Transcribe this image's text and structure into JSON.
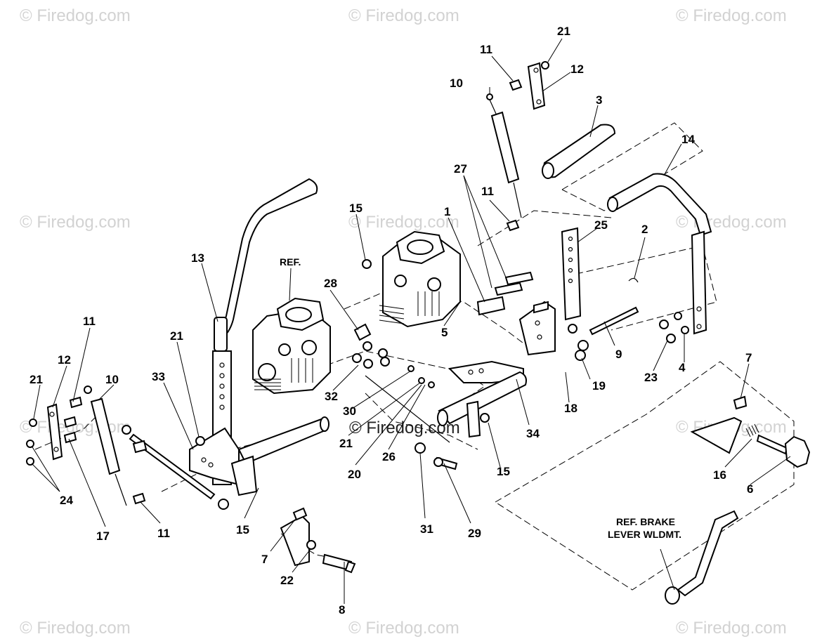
{
  "watermarks": [
    "© Firedog.com",
    "© Firedog.com",
    "© Firedog.com",
    "© Firedog.com",
    "© Firedog.com",
    "© Firedog.com",
    "© Firedog.com",
    "© Firedog.com",
    "© Firedog.com",
    "© Firedog.com",
    "© Firedog.com",
    "© Firedog.com"
  ],
  "center_watermark": "© Firedog.com",
  "ref_labels": {
    "pump_ref": "REF.",
    "brake_line1": "REF. BRAKE",
    "brake_line2": "LEVER WLDMT."
  },
  "callouts": [
    "21",
    "12",
    "11",
    "10",
    "3",
    "14",
    "27",
    "11",
    "15",
    "1",
    "25",
    "2",
    "13",
    "REF.",
    "28",
    "9",
    "23",
    "4",
    "21",
    "5",
    "33",
    "19",
    "32",
    "18",
    "11",
    "12",
    "21",
    "10",
    "30",
    "34",
    "21",
    "20",
    "26",
    "15",
    "7",
    "16",
    "6",
    "24",
    "17",
    "11",
    "15",
    "31",
    "29",
    "7",
    "22",
    "8"
  ],
  "icons": {
    "hydro_pump_left": "hydrostatic-pump",
    "hydro_pump_right": "hydrostatic-pump",
    "knob": "knob",
    "spring": "spring"
  }
}
